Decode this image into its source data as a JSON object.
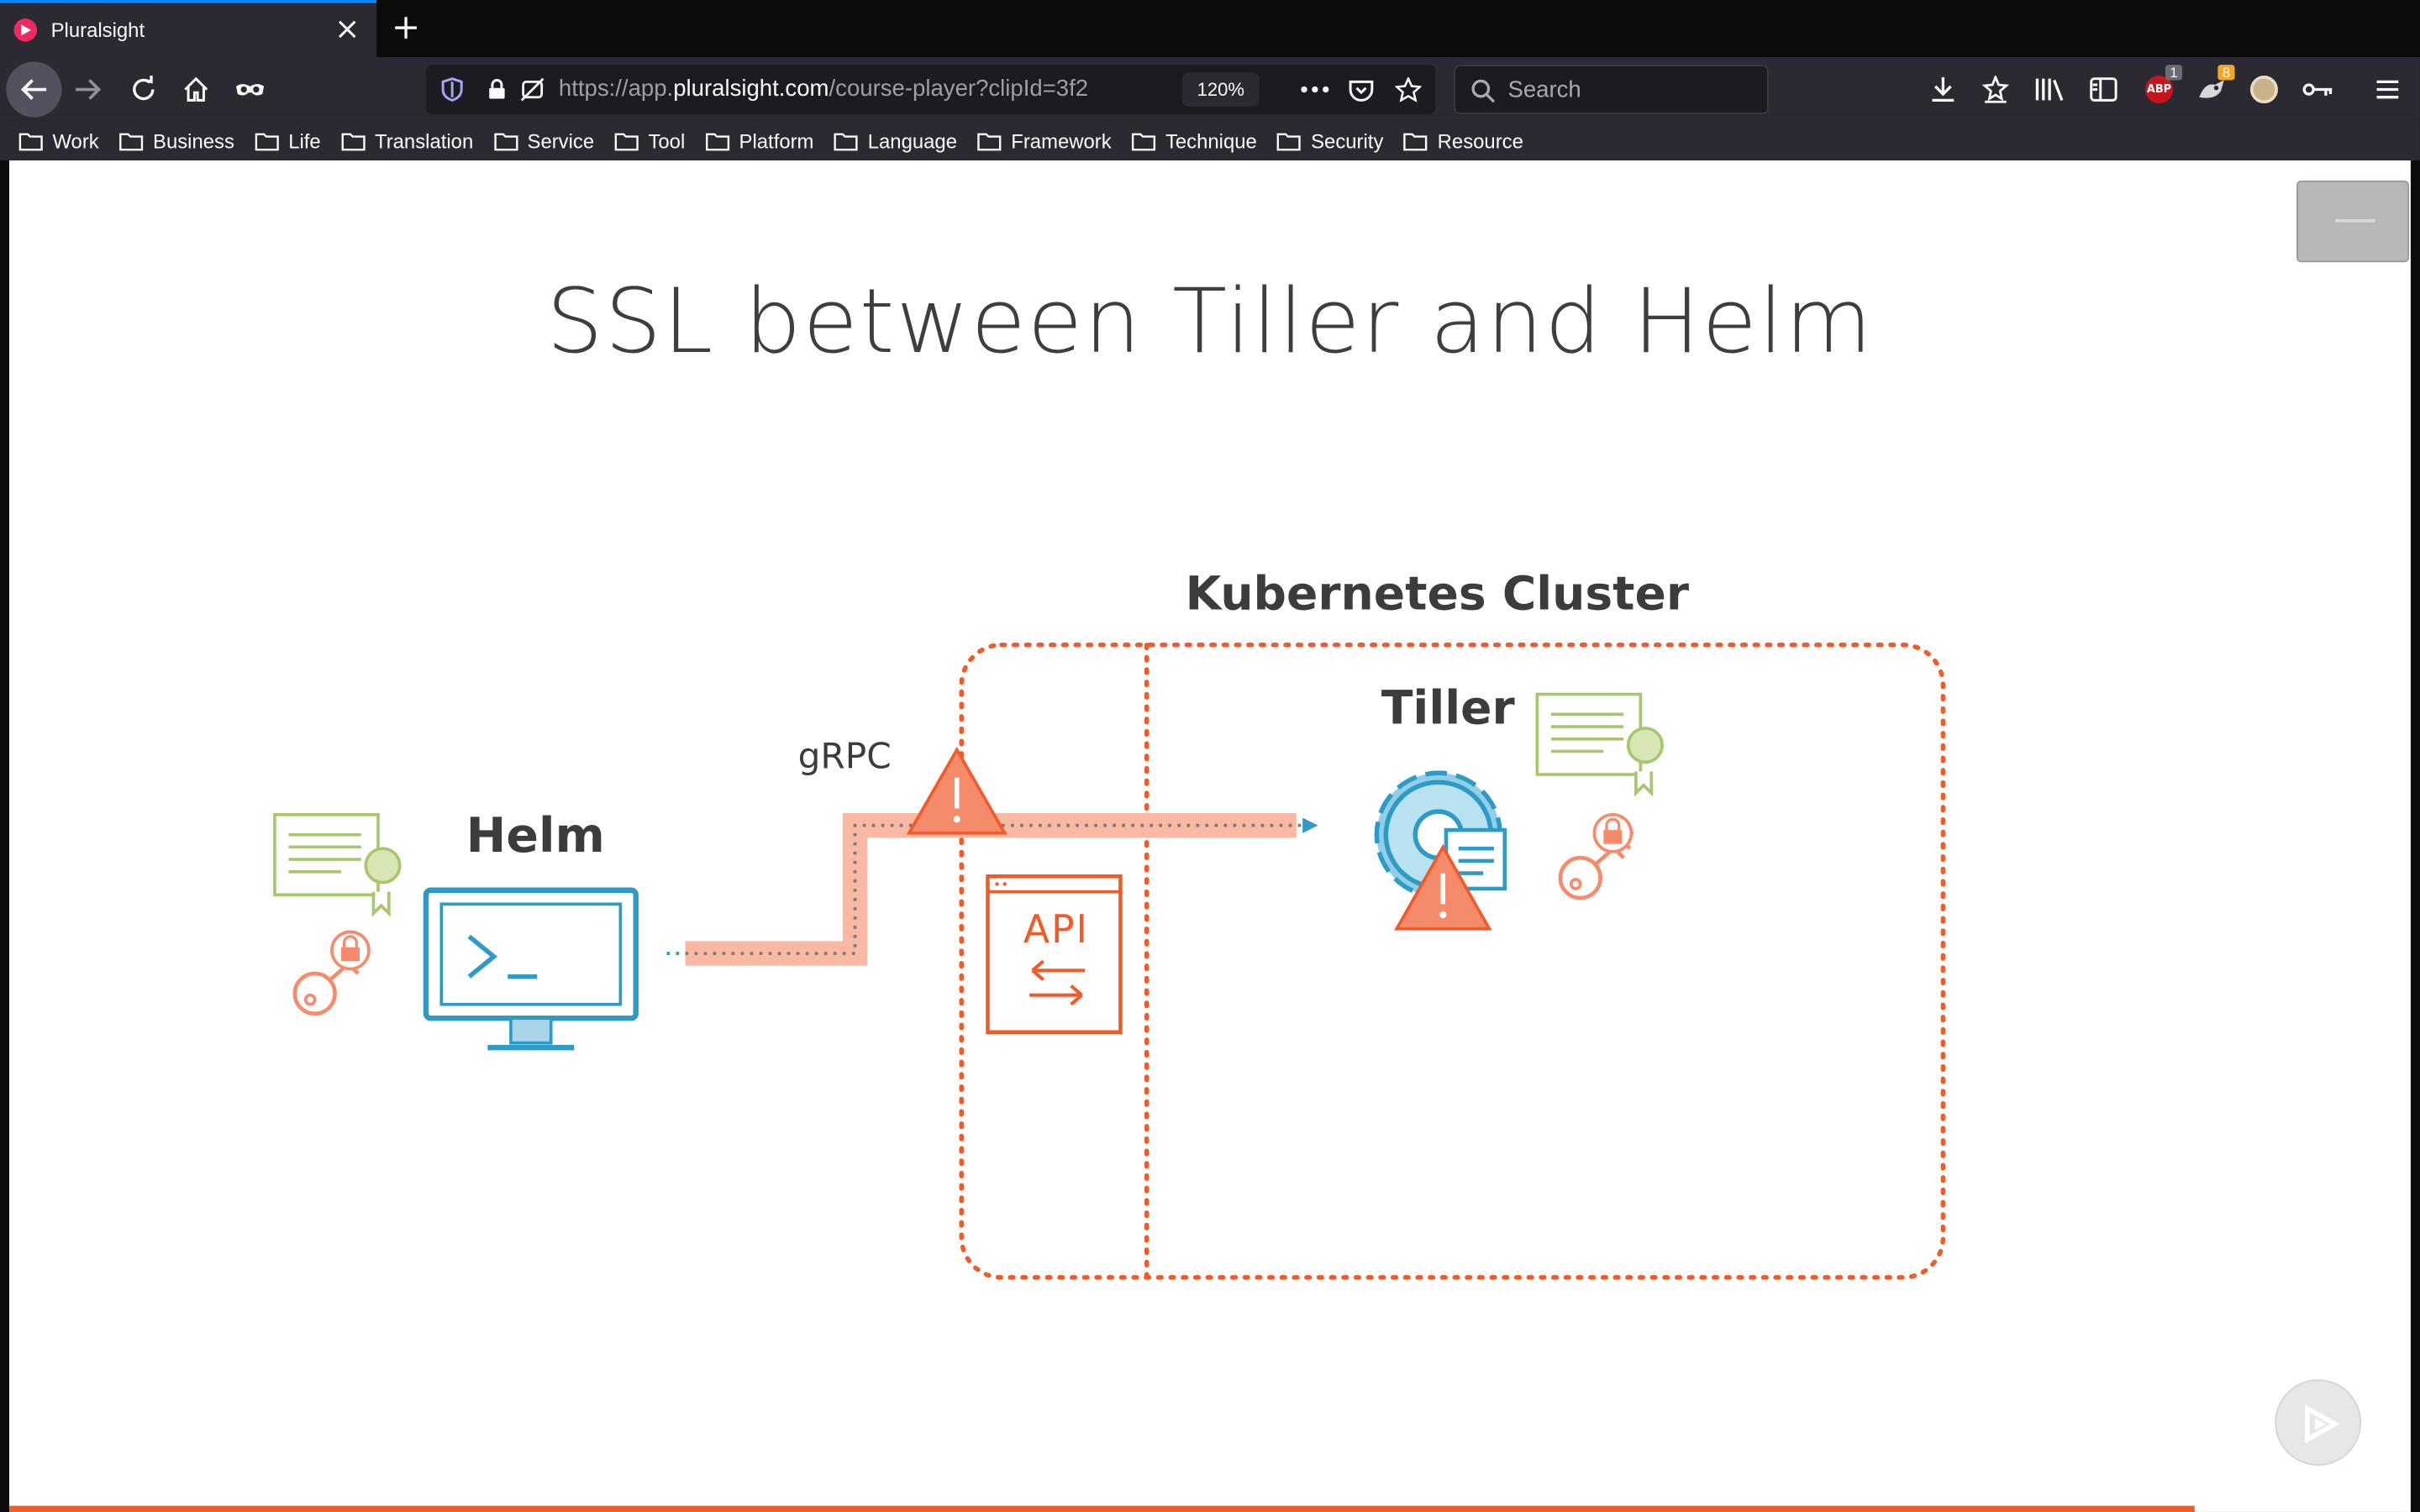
{
  "browser": {
    "tab_title": "Pluralsight",
    "url_prefix": "https://app.",
    "url_domain": "pluralsight.com",
    "url_path": "/course-player?clipId=3f2",
    "zoom": "120%",
    "search_placeholder": "Search",
    "adblock_badge": "1",
    "extension_badge": "8",
    "bookmarks": [
      "Work",
      "Business",
      "Life",
      "Translation",
      "Service",
      "Tool",
      "Platform",
      "Language",
      "Framework",
      "Technique",
      "Security",
      "Resource"
    ]
  },
  "slide": {
    "title": "SSL between Tiller and Helm",
    "helm_label": "Helm",
    "grpc_label": "gRPC",
    "cluster_label": "Kubernetes Cluster",
    "tiller_label": "Tiller",
    "api_label": "API"
  },
  "colors": {
    "accent_orange": "#f15b2a",
    "helm_blue": "#2e9bc6",
    "cert_green": "#a7c66e",
    "key_orange": "#f58b6b",
    "line_fill": "#f9b9a2"
  }
}
